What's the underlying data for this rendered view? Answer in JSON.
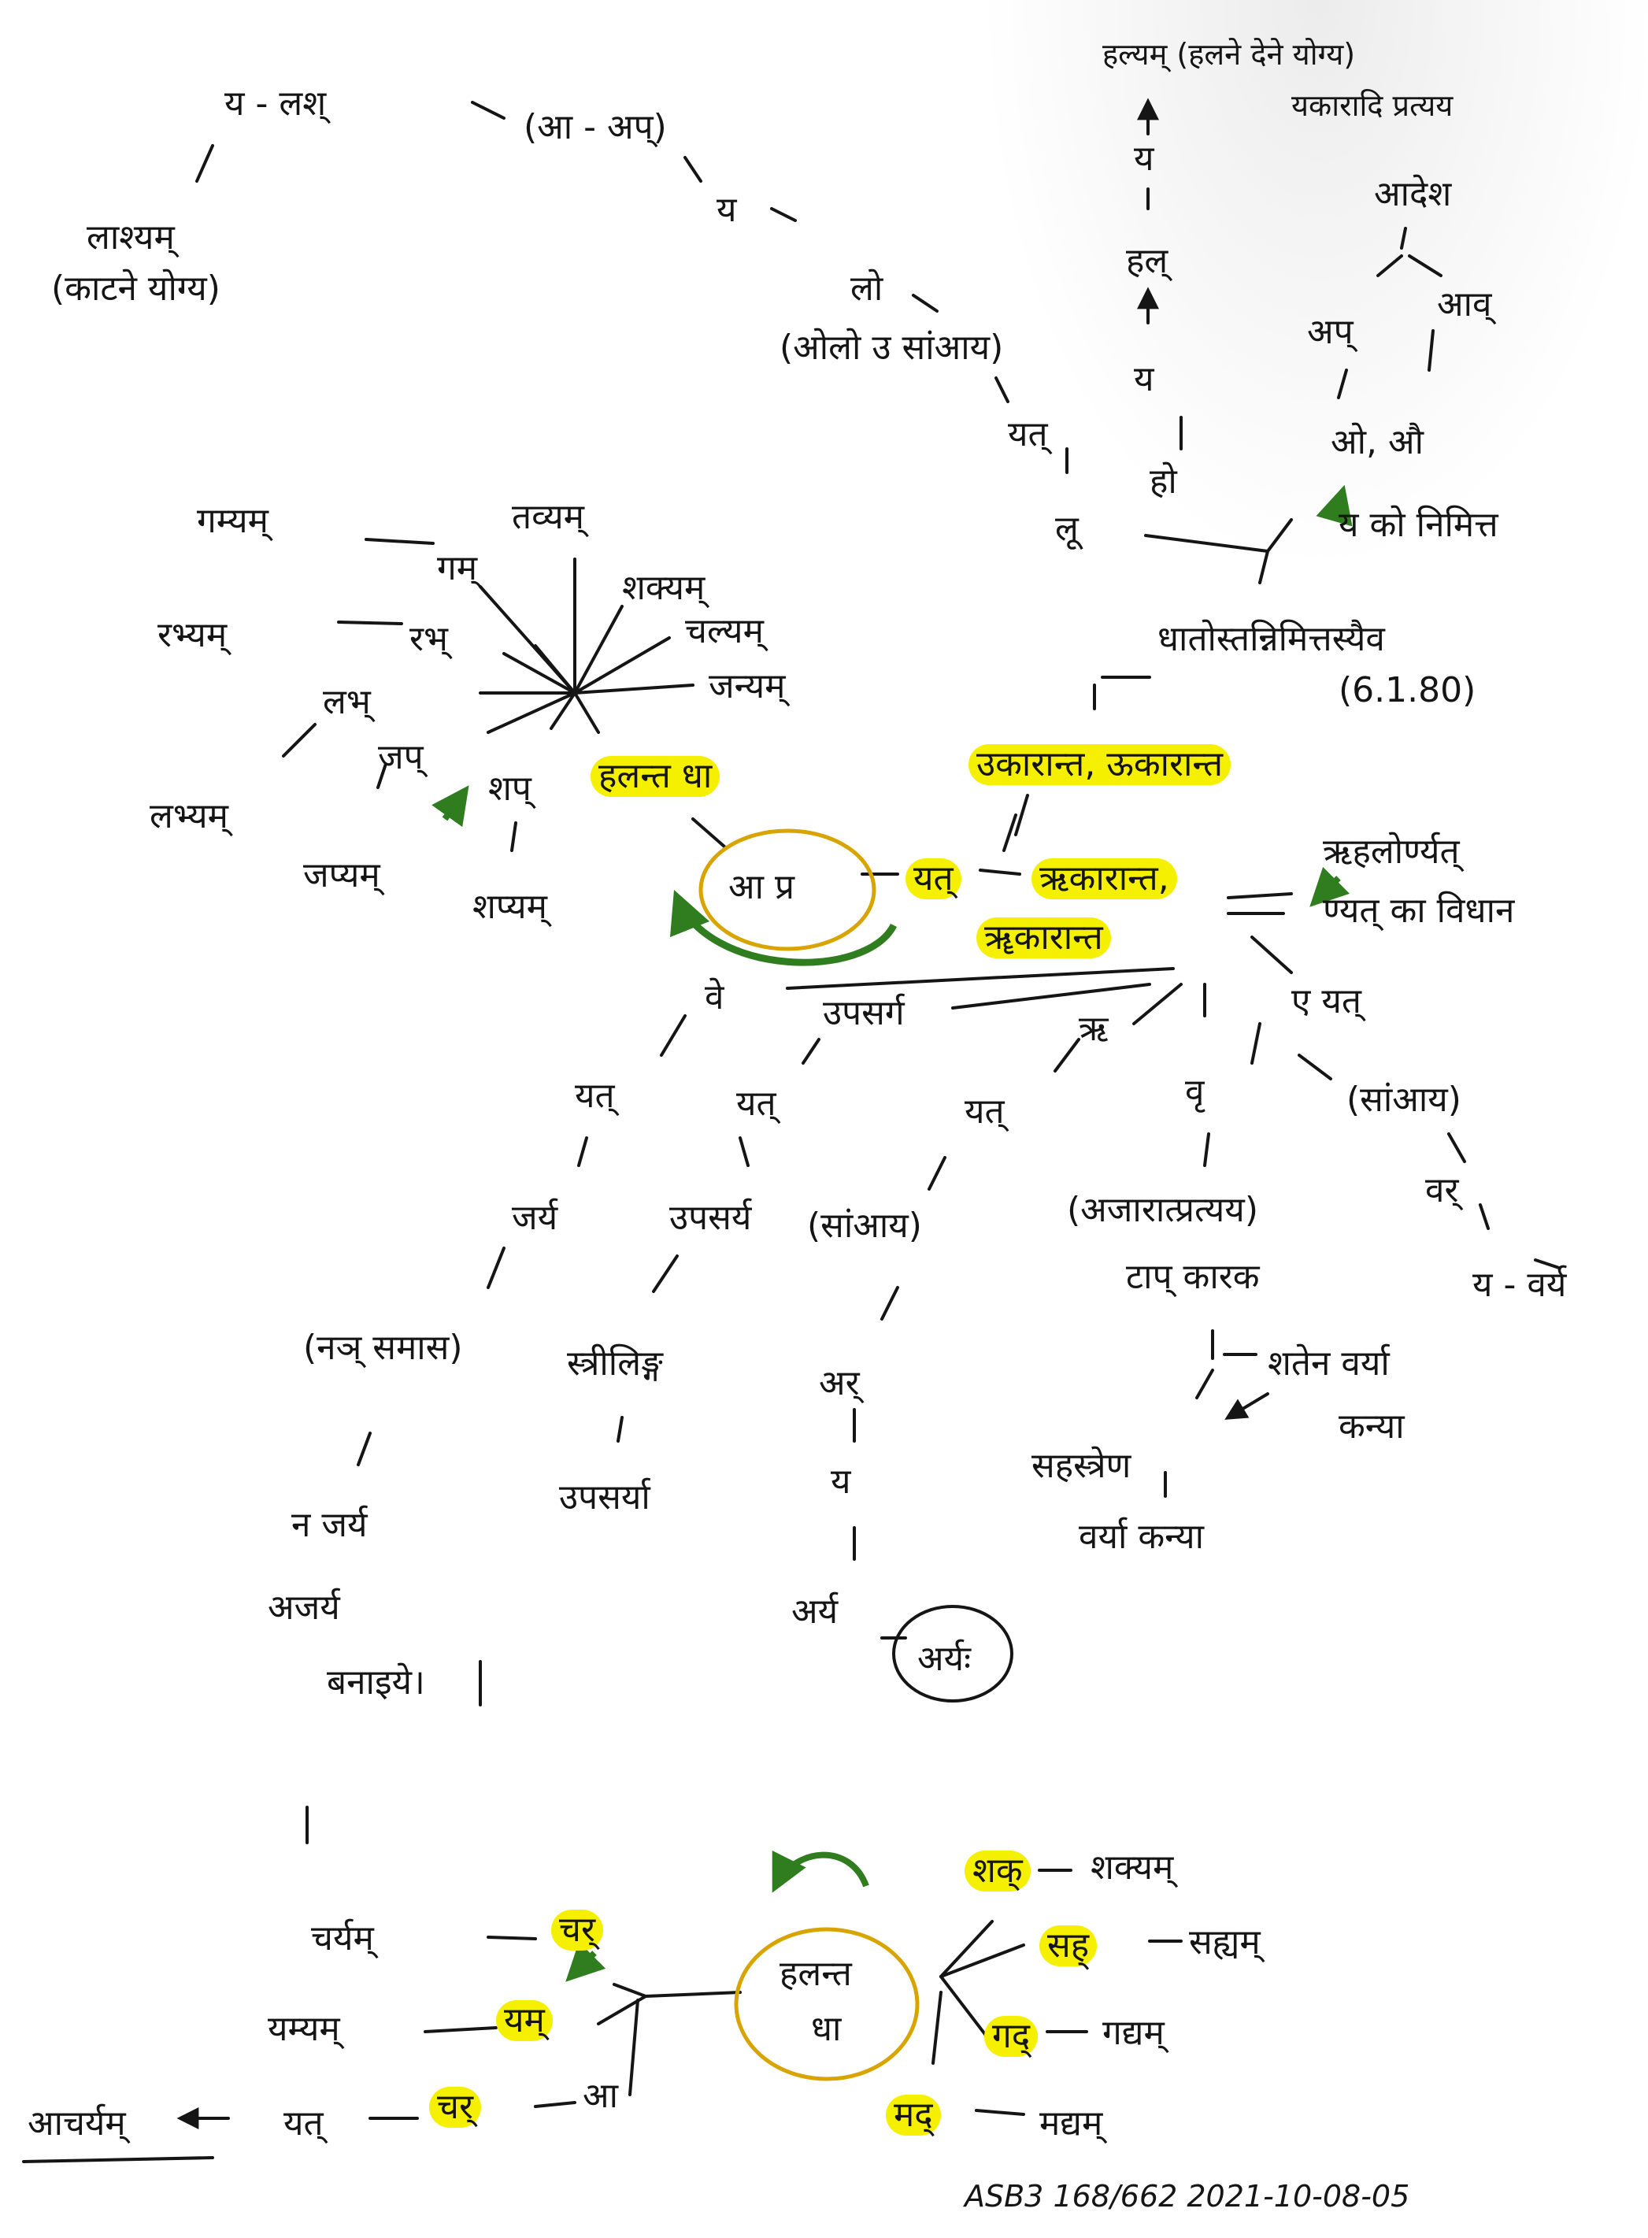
{
  "colors": {
    "ink": "#151515",
    "highlight": "#f5f000",
    "ring": "#d8a400",
    "arrow": "#2f7d1e"
  },
  "icons": {
    "arrow": "arrow-icon",
    "curved_arrow": "curved-arrow-icon",
    "ring": "circle-ring"
  },
  "top": {
    "ya_lash": "य - लश्",
    "a_lakshan": "(आ - अप्)",
    "lashyam": "लाश्यम्",
    "lashyam_note": "(काटने योग्य)",
    "ya2": "य",
    "lo": "लो",
    "olo": "(ओलो उ सांआय)",
    "yat1": "यत्",
    "lu": "लू",
    "halyam": "हल्यम् (हलने देने योग्य)",
    "yakaradi": "यकारादि प्रत्यय",
    "adesh": "आदेश",
    "ya3": "य",
    "hal": "हल्",
    "ya4": "य",
    "ho": "हो",
    "av": "आव्",
    "ap": "अप्",
    "o_au": "ओ, औ",
    "ya_ko": "य को निमित्त",
    "dhatos": "धातोस्तन्निमित्तस्यैव",
    "sutra": "(6.1.80)"
  },
  "left_cluster": {
    "gamyam": "गम्यम्",
    "tavyam": "तव्यम्",
    "gam": "गम्",
    "shakyam": "शक्यम्",
    "rabhyam": "रभ्यम्",
    "rabh": "रभ्",
    "chalyam": "चल्यम्",
    "janyam": "जन्यम्",
    "labh": "लभ्",
    "jap": "जप्",
    "shap": "शप्",
    "halanta_dha_1": "हलन्त धा",
    "labhyam": "लभ्यम्",
    "japyam": "जप्यम्",
    "shapyam": "शप्यम्"
  },
  "center": {
    "aa_pr": "आ प्र",
    "yat2": "यत्",
    "ukaranta": "उकारान्त, ऊकारान्त",
    "rkaranta": "ऋकारान्त,",
    "rrkaranta": "ॠकारान्त",
    "rhalo": "ऋहलोर्ण्यत्",
    "nyat": "ण्यत् का विधान"
  },
  "lower": {
    "ve": "वे",
    "upasarga": "उपसर्ग",
    "ru": "ऋ",
    "e_yat": "ए यत्",
    "yat_a": "यत्",
    "yat_b": "यत्",
    "yat_c": "यत्",
    "vri": "वृ",
    "saay": "(सांआय)",
    "jarya": "जर्य",
    "upasarya": "उपसर्य",
    "saay2": "(सांआय)",
    "ajavrattyay": "(अजारात्प्रत्यय)",
    "tap_karak": "टाप् कारक",
    "var": "वर्",
    "ya_varya": "य - वर्य",
    "nañ": "(नञ् समास)",
    "striling": "स्त्रीलिङ्ग",
    "ar": "अर्",
    "shatena": "शतेन वर्या",
    "kanya": "कन्या",
    "ya5": "य",
    "sahasrena": "सहस्त्रेण",
    "varya_kanya": "वर्या कन्या",
    "na_jarya": "न जर्य",
    "ajarya": "अजर्य",
    "banaiye": "बनाइये।",
    "upasarya2": "उपसर्या",
    "arya": "अर्य",
    "arya2": "अर्यः"
  },
  "bottom": {
    "shak": "शक्",
    "shakyam": "शक्यम्",
    "charyam": "चर्यम्",
    "char": "चर्",
    "sah": "सह्",
    "sahyam": "सह्यम्",
    "halanta_dha_2a": "हलन्त",
    "halanta_dha_2b": "धा",
    "yamyam": "यम्यम्",
    "yam": "यम्",
    "gad": "गद्",
    "gadyam": "गद्यम्",
    "acharyam": "आचर्यम्",
    "yat": "यत्",
    "char2": "चर्",
    "aa": "आ",
    "mad": "मद्",
    "madyam": "मद्यम्"
  },
  "reference": "ASB3 168/662  2021-10-08-05"
}
